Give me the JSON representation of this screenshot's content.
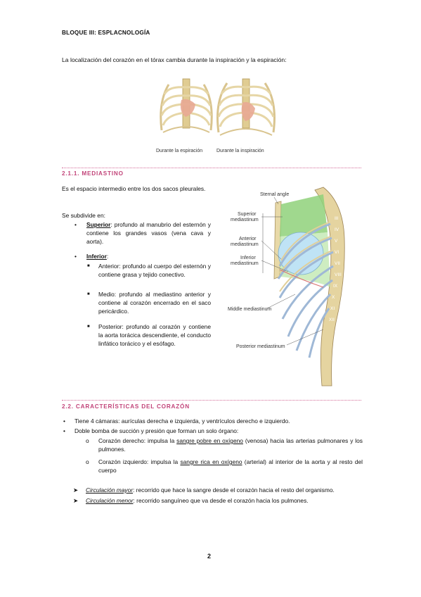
{
  "header": "BLOQUE III: ESPLACNOLOGÍA",
  "intro": "La localización del corazón en el tórax cambia durante la inspiración y la espiración:",
  "figure1": {
    "caption_left": "Durante la espiración",
    "caption_right": "Durante la inspiración"
  },
  "section1": {
    "title": "2.1.1. MEDIASTINO",
    "para1": "Es el espacio intermedio entre los dos sacos pleurales.",
    "para2": "Se subdivide en:",
    "items": [
      {
        "label": "Superior",
        "text": ": profundo al manubrio del esternón y contiene los grandes vasos (vena cava y aorta)."
      },
      {
        "label": "Inferior",
        "text": ":"
      }
    ],
    "subitems": [
      {
        "label": "Anterior:",
        "text": " profundo al cuerpo del esternón y contiene grasa y tejido conectivo."
      },
      {
        "label": "Medio:",
        "text": " profundo al mediastino anterior y contiene al corazón encerrado en el saco pericárdico."
      },
      {
        "label": "Posterior:",
        "text": " profundo al corazón y contiene la aorta torácica descendiente, el conducto linfático torácico y el esófago."
      }
    ]
  },
  "figure2": {
    "labels": {
      "sternal_angle": "Sternal angle",
      "superior_1": "Superior",
      "superior_2": "mediastinum",
      "anterior_1": "Anterior",
      "anterior_2": "mediastinum",
      "inferior_1": "Inferior",
      "inferior_2": "mediastinum",
      "middle": "Middle mediastinum",
      "posterior": "Posterior mediastinum"
    },
    "vertebrae": [
      "III",
      "IV",
      "V",
      "VI",
      "VII",
      "VIII",
      "IX",
      "X",
      "XI",
      "XII"
    ]
  },
  "section2": {
    "title": "2.2. CARACTERÍSTICAS DEL CORAZÓN",
    "bullet1": "Tiene 4 cámaras: aurículas derecha e izquierda, y ventrículos derecho e izquierdo.",
    "bullet2": "Doble bomba de succión y presión que forman un solo órgano:",
    "sub1": {
      "pre": "Corazón derecho: impulsa la ",
      "u": "sangre pobre en oxígeno",
      "post": " (venosa) hacia las arterias pulmonares y los pulmones."
    },
    "sub2": {
      "pre": "Corazón izquierdo: impulsa la ",
      "u": "sangre rica en oxígeno",
      "post": " (arterial) al interior de la aorta y al resto del cuerpo"
    },
    "arrow1": {
      "label": "Circulación mayor",
      "text": ": recorrido que hace la sangre desde el corazón hacia el resto del organismo."
    },
    "arrow2": {
      "label": "Circulación menor",
      "text": ": recorrido sanguíneo que va desde el corazón hacia los pulmones."
    }
  },
  "page_number": "2",
  "colors": {
    "accent": "#c2457a",
    "superior": "#8fd17a",
    "heart_zone": "#bfe3f5",
    "bone": "#e8d9a8"
  }
}
